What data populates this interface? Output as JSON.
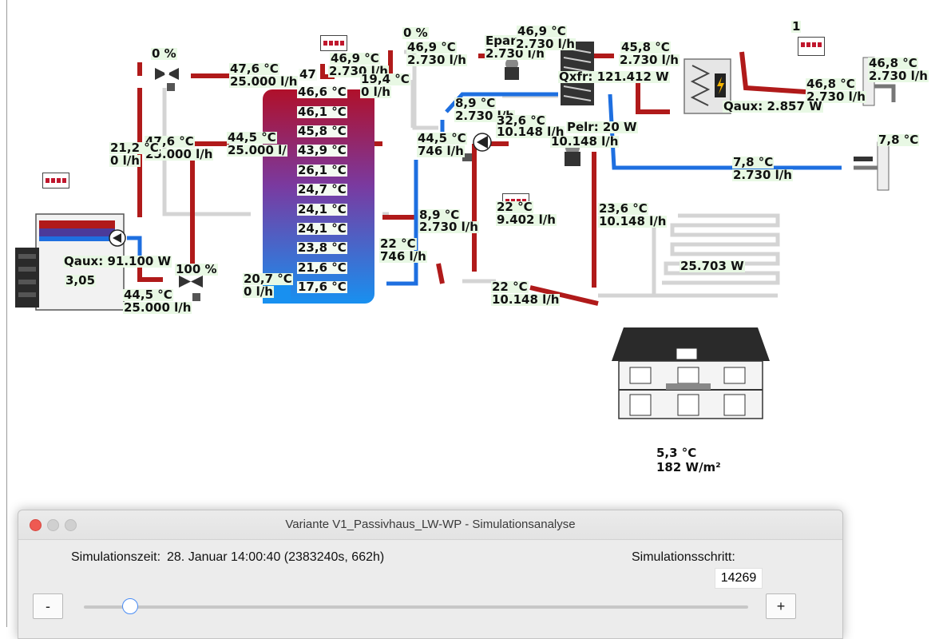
{
  "schematic": {
    "labels": {
      "v1_percent": "0 %",
      "v1_temp": "47,6 °C",
      "v1_flow": "25.000 l/h",
      "tank_top_in_temp": "46,9 °C",
      "tank_top_in_flow": "2.730 l/h",
      "tank_top_47": "47",
      "mid_temp": "19,4 °C",
      "mid_flow": "0 l/h",
      "left_mid_temp": "47,6 °C",
      "left_mid_flow": "25.000 l/h",
      "tank_left_temp": "44,5 °C",
      "tank_left_flow": "25.000 l/",
      "left_pipe_temp": "21,2 °C",
      "left_pipe_flow": "0 l/h",
      "hp_qaux": "Qaux: 91.100 W",
      "hp_cop": "3,05",
      "v2_percent": "100 %",
      "hp_out_temp": "44,5 °C",
      "hp_out_flow": "25.000 l/h",
      "v2_out_temp": "20,7 °C",
      "v2_out_flow": "0 l/h",
      "v3_percent": "0 %",
      "v3_temp": "46,9 °C",
      "v3_flow": "2.730 l/h",
      "epar": "Epar",
      "epar_flow": "2.730 l/h",
      "hx_top_temp": "46,9 °C",
      "hx_top_flow": "2.730 l/h",
      "hx_qxfr": "Qxfr: 121.412 W",
      "hx_out_temp": "45,8 °C",
      "hx_out_flow": "2.730 l/h",
      "dhw_temp": "46,8 °C",
      "dhw_flow": "2.730 l/h",
      "tap_temp": "46,8 °C",
      "tap_flow": "2.730 l/h",
      "aux_qaux": "Qaux: 2.857 W",
      "ctrl_number": "1",
      "cold_temp": "8,9 °C",
      "cold_flow": "2.730 l/h",
      "pump_temp": "32,6 °C",
      "pump_flow": "10.148 l/h",
      "pump_power": "Pelr: 20 W",
      "pump_flow2": "10.148 l/h",
      "tank_right_temp": "44,5 °C",
      "tank_right_flow": "746 l/h",
      "mains_temp": "7,8 °C",
      "mains_flow": "2.730 l/h",
      "mains_tap_temp": "7,8 °C",
      "right_low_temp": "8,9 °C",
      "right_low_flow": "2.730 l/h",
      "ctrl2_temp": "22 °C",
      "ctrl2_flow": "9.402 l/h",
      "ufh_temp": "23,6 °C",
      "ufh_flow": "10.148 l/h",
      "ufh_power": "25.703 W",
      "bottom_temp": "22 °C",
      "bottom_flow": "746 l/h",
      "return_temp": "22 °C",
      "return_flow": "10.148 l/h",
      "house_temp": "5,3 °C",
      "house_irradiance": "182 W/m²"
    },
    "tank_temps": [
      "46,6 °C",
      "46,1 °C",
      "45,8 °C",
      "43,9 °C",
      "26,1 °C",
      "24,7 °C",
      "24,1 °C",
      "24,1 °C",
      "23,8 °C",
      "21,6 °C",
      "17,6 °C"
    ],
    "colors": {
      "hot_pipe": "#b01a1a",
      "cold_pipe": "#1e6fe0",
      "neutral_pipe": "#d4d4d4",
      "label_bg": "#e8f8e4"
    }
  },
  "window": {
    "title": "Variante V1_Passivhaus_LW-WP - Simulationsanalyse",
    "sim_time_label": "Simulationszeit:",
    "sim_time_value": "28. Januar  14:00:40 (2383240s, 662h)",
    "step_label": "Simulationsschritt:",
    "step_value": "14269",
    "minus_label": "-",
    "plus_label": "+",
    "slider_fraction": 0.07
  },
  "icons": {
    "close": "close-dot-icon",
    "minimize": "minimize-dot-icon",
    "maximize": "maximize-dot-icon"
  }
}
